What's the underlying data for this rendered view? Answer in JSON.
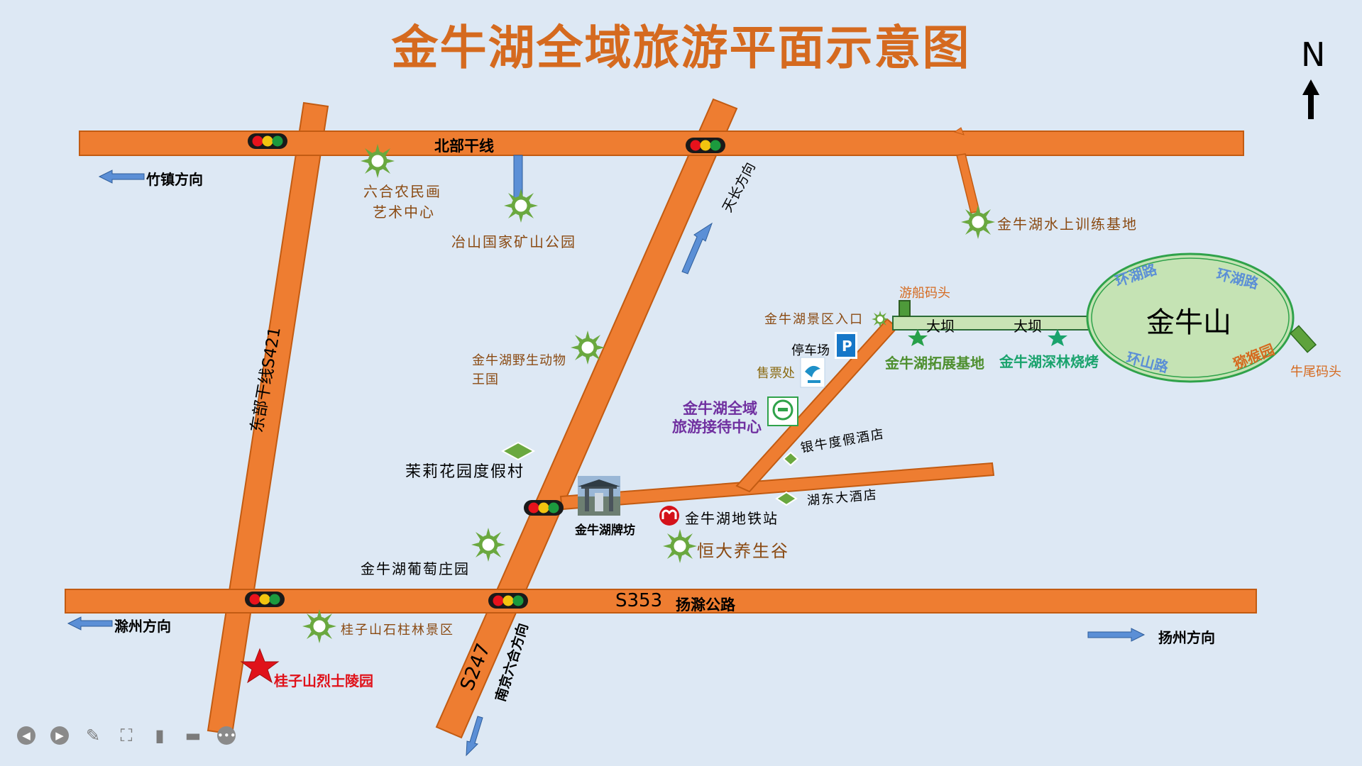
{
  "title": "金牛湖全域旅游平面示意图",
  "north": "N",
  "roads": {
    "north_trunk": "北部干线",
    "east_trunk": "东部干线S421",
    "s353": "S353",
    "yangchu": "扬滁公路",
    "s247": "S247",
    "nanjing_liuhe": "南京六合方向",
    "tianchang": "天长方向"
  },
  "directions": {
    "zhuzhen": "竹镇方向",
    "chuzhou": "滁州方向",
    "yangzhou": "扬州方向"
  },
  "places": {
    "farmer_painting_1": "六合农民画",
    "farmer_painting_2": "艺术中心",
    "yeshan_park": "冶山国家矿山公园",
    "water_training": "金牛湖水上训练基地",
    "boat_dock": "游船码头",
    "scenic_entrance": "金牛湖景区入口",
    "dam_1": "大坝",
    "dam_2": "大坝",
    "parking": "停车场",
    "ticket_office": "售票处",
    "expansion_base": "金牛湖拓展基地",
    "forest_bbq": "金牛湖深林烧烤",
    "wildlife_1": "金牛湖野生动物",
    "wildlife_2": "王国",
    "reception_1": "金牛湖全域",
    "reception_2": "旅游接待中心",
    "yinniu_hotel": "银牛度假酒店",
    "jasmine_resort": "茉莉花园度假村",
    "hudong_hotel": "湖东大酒店",
    "archway": "金牛湖牌坊",
    "metro_station": "金牛湖地铁站",
    "evergrande": "恒大养生谷",
    "vineyard": "金牛湖葡萄庄园",
    "guizishan_stone": "桂子山石柱林景区",
    "martyrs_cemetery": "桂子山烈士陵园",
    "jinniu_mountain": "金牛山",
    "ring_lake_road_1": "环湖路",
    "ring_lake_road_2": "环湖路",
    "ring_mountain_road": "环山路",
    "monkey_garden": "猕猴园",
    "niuwei_dock": "牛尾码头"
  },
  "colors": {
    "road": "#ee7d31",
    "road_border": "#c25b12",
    "title": "#d56a1f",
    "scenic_label": "#8a4a12",
    "green_label": "#4e8f2f",
    "teal_label": "#1aa36d",
    "purple_label": "#7030a0",
    "red_label": "#e0121a",
    "mountain_fill": "#c5e3b4",
    "blue_label": "#5b8fd6"
  }
}
